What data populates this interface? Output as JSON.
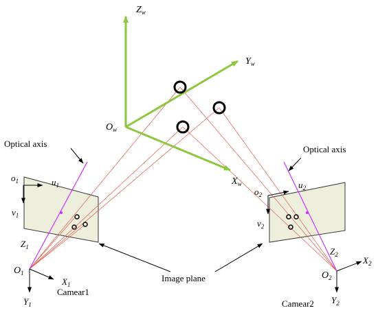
{
  "world": {
    "origin": "O",
    "origin_sub": "w",
    "x": "X",
    "x_sub": "w",
    "y": "Y",
    "y_sub": "w",
    "z": "Z",
    "z_sub": "w",
    "axis_color": "#8dc63f"
  },
  "camera1": {
    "name": "Camear1",
    "origin": "O",
    "origin_sub": "1",
    "x": "X",
    "x_sub": "1",
    "y": "Y",
    "y_sub": "1",
    "z": "Z",
    "z_sub": "1",
    "img_origin": "o",
    "img_origin_sub": "1",
    "u": "u",
    "u_sub": "1",
    "v": "v",
    "v_sub": "1"
  },
  "camera2": {
    "name": "Camear2",
    "origin": "O",
    "origin_sub": "2",
    "x": "X",
    "x_sub": "2",
    "y": "Y",
    "y_sub": "2",
    "z": "Z",
    "z_sub": "2",
    "img_origin": "o",
    "img_origin_sub": "2",
    "u": "u",
    "u_sub": "2",
    "v": "v",
    "v_sub": "2"
  },
  "labels": {
    "optical_axis_left": "Optical axis",
    "optical_axis_right": "Optical axis",
    "image_plane": "Image plane"
  },
  "colors": {
    "optical_axis": "#cc33ff",
    "ray": "#e05a4a",
    "plane_fill": "#eeeedd"
  }
}
